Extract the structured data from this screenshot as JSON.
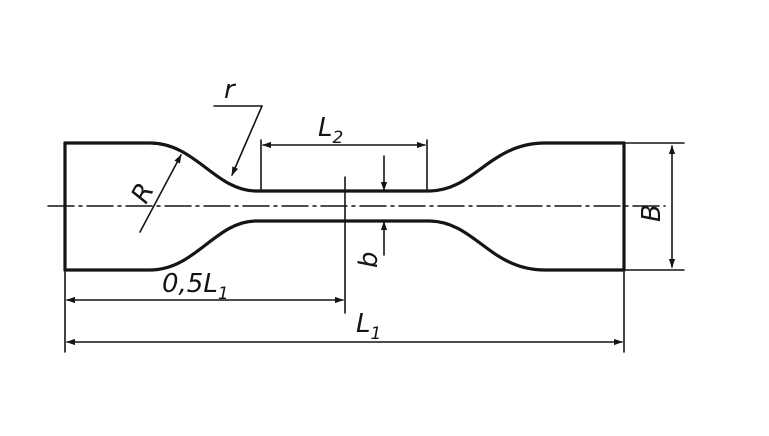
{
  "labels": {
    "r": "r",
    "R": "R",
    "L2": "L",
    "L2_sub": "2",
    "B": "B",
    "b": "b",
    "half_L1": "0,5L",
    "half_L1_sub": "1",
    "L1": "L",
    "L1_sub": "1"
  }
}
